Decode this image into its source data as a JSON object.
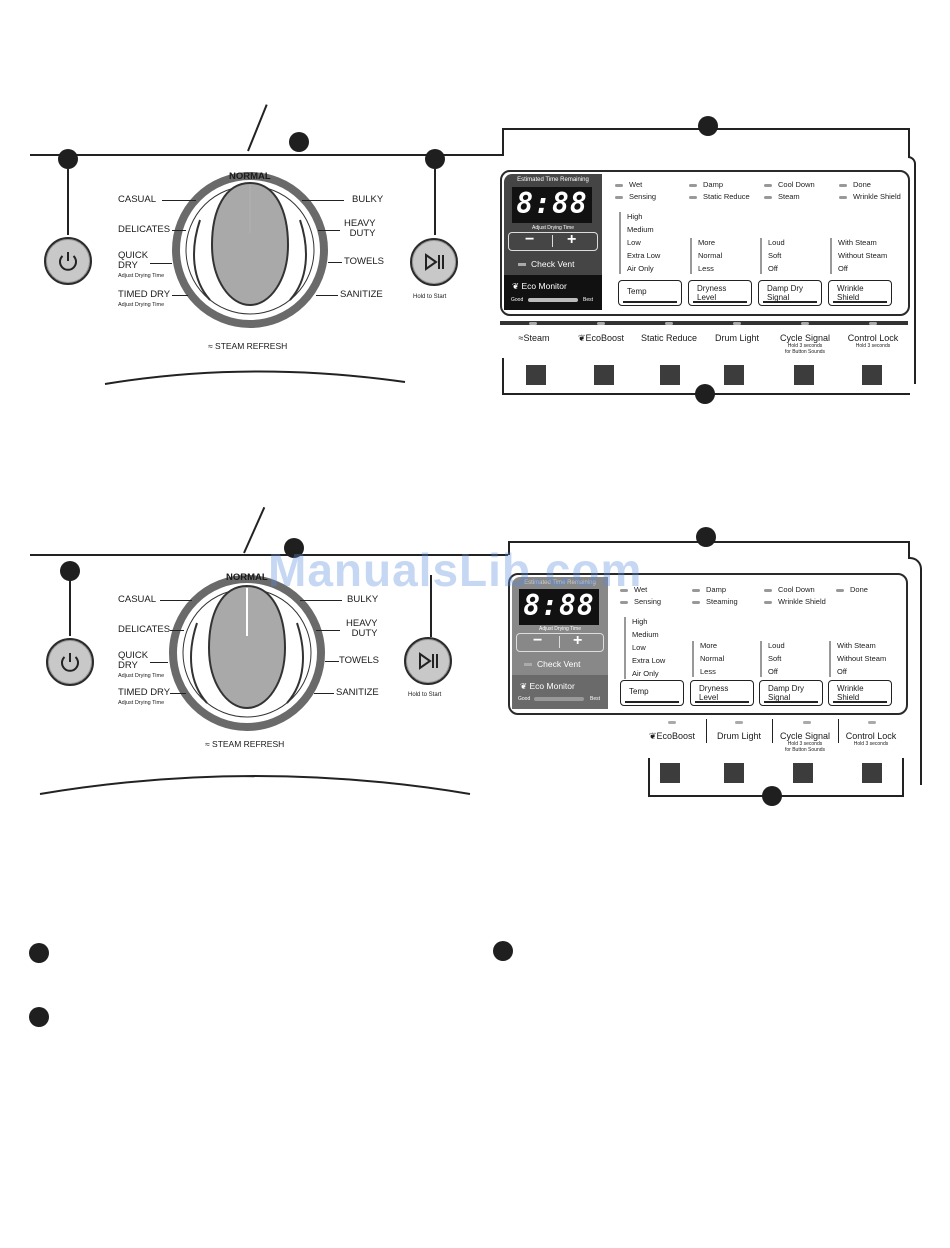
{
  "dial_positions": {
    "top": "NORMAL",
    "casual": "CASUAL",
    "delicates": "DELICATES",
    "quick_dry": "QUICK\nDRY",
    "quick_dry_sub": "Adjust Drying Time",
    "timed_dry": "TIMED DRY",
    "timed_dry_sub": "Adjust Drying Time",
    "bulky": "BULKY",
    "heavy_duty": "HEAVY\nDUTY",
    "towels": "TOWELS",
    "sanitize": "SANITIZE",
    "steam_refresh": "STEAM REFRESH"
  },
  "start": {
    "hold_label": "Hold to Start"
  },
  "display": {
    "est_time": "Estimated Time Remaining",
    "digits": "8:88",
    "adjust": "Adjust Drying Time",
    "minus": "−",
    "plus": "+",
    "check_vent": "Check Vent",
    "eco_monitor": "Eco Monitor",
    "good": "Good",
    "best": "Best"
  },
  "status": {
    "wet": "Wet",
    "sensing": "Sensing",
    "damp": "Damp",
    "static_reduce": "Static Reduce",
    "steaming": "Steaming",
    "cool_down": "Cool Down",
    "steam": "Steam",
    "wrinkle_shield": "Wrinkle Shield",
    "done": "Done"
  },
  "temp_levels": [
    "High",
    "Medium",
    "Low",
    "Extra Low",
    "Air Only"
  ],
  "dryness_levels": [
    "More",
    "Normal",
    "Less"
  ],
  "signal_levels": [
    "Loud",
    "Soft",
    "Off"
  ],
  "wrinkle_levels": [
    "With Steam",
    "Without Steam",
    "Off"
  ],
  "setting_buttons": {
    "temp": "Temp",
    "dryness": "Dryness\nLevel",
    "damp_dry": "Damp Dry\nSignal",
    "wrinkle": "Wrinkle\nShield"
  },
  "option_buttons": {
    "steam": "Steam",
    "ecoboost": "EcoBoost",
    "static_reduce": "Static Reduce",
    "drum_light": "Drum Light",
    "cycle_signal": "Cycle Signal",
    "cycle_signal_sub": "Hold 3 seconds\nfor Button Sounds",
    "control_lock": "Control Lock",
    "control_lock_sub": "Hold 3 seconds"
  },
  "watermark": "ManualsLib.com",
  "icons": [
    "power-icon",
    "play-pause-icon",
    "leaf-icon",
    "steam-icon"
  ]
}
